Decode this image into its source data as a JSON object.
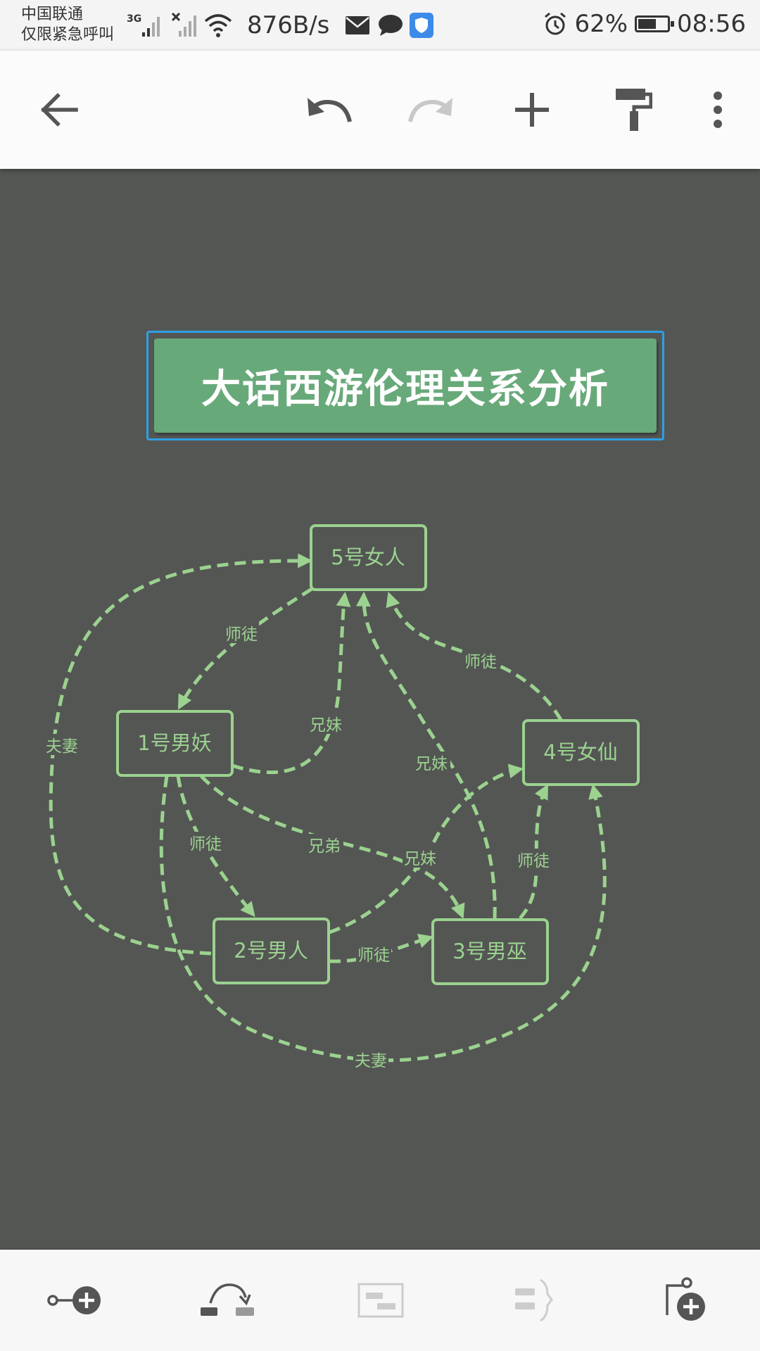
{
  "status": {
    "carrier_line1": "中国联通",
    "carrier_line2": "仅限紧急呼叫",
    "network": "3G",
    "speed": "876B/s",
    "battery": "62%",
    "battery_level": 0.62,
    "time": "08:56"
  },
  "toolbar": {
    "icons": [
      "back-arrow-icon",
      "undo-icon",
      "redo-icon",
      "add-icon",
      "format-paint-icon",
      "more-vert-icon"
    ],
    "redo_enabled": false
  },
  "diagram": {
    "title": "大话西游伦理关系分析",
    "nodes": {
      "n5": "5号女人",
      "n1": "1号男妖",
      "n4": "4号女仙",
      "n2": "2号男人",
      "n3": "3号男巫"
    },
    "edges": {
      "shitu_5_1": "师徒",
      "xiongmei_1_5": "兄妹",
      "xiongmei_3_5": "兄妹",
      "shitu_4_5": "师徒",
      "fuqi_2_5": "夫妻",
      "shitu_1_2": "师徒",
      "xiongdi_1_3": "兄弟",
      "xiongmei_2_4": "兄妹",
      "shitu_3_4": "师徒",
      "shitu_2_3": "师徒",
      "fuqi_1_4": "夫妻"
    },
    "colors": {
      "node_stroke": "#9bd28f",
      "title_fill": "#68a97a",
      "selection": "#2e9fe6",
      "canvas": "#545654"
    }
  },
  "bottombar": {
    "icons": [
      "add-child-node-icon",
      "relationship-icon",
      "summary-box-icon",
      "boundary-icon",
      "add-floating-topic-icon"
    ]
  }
}
